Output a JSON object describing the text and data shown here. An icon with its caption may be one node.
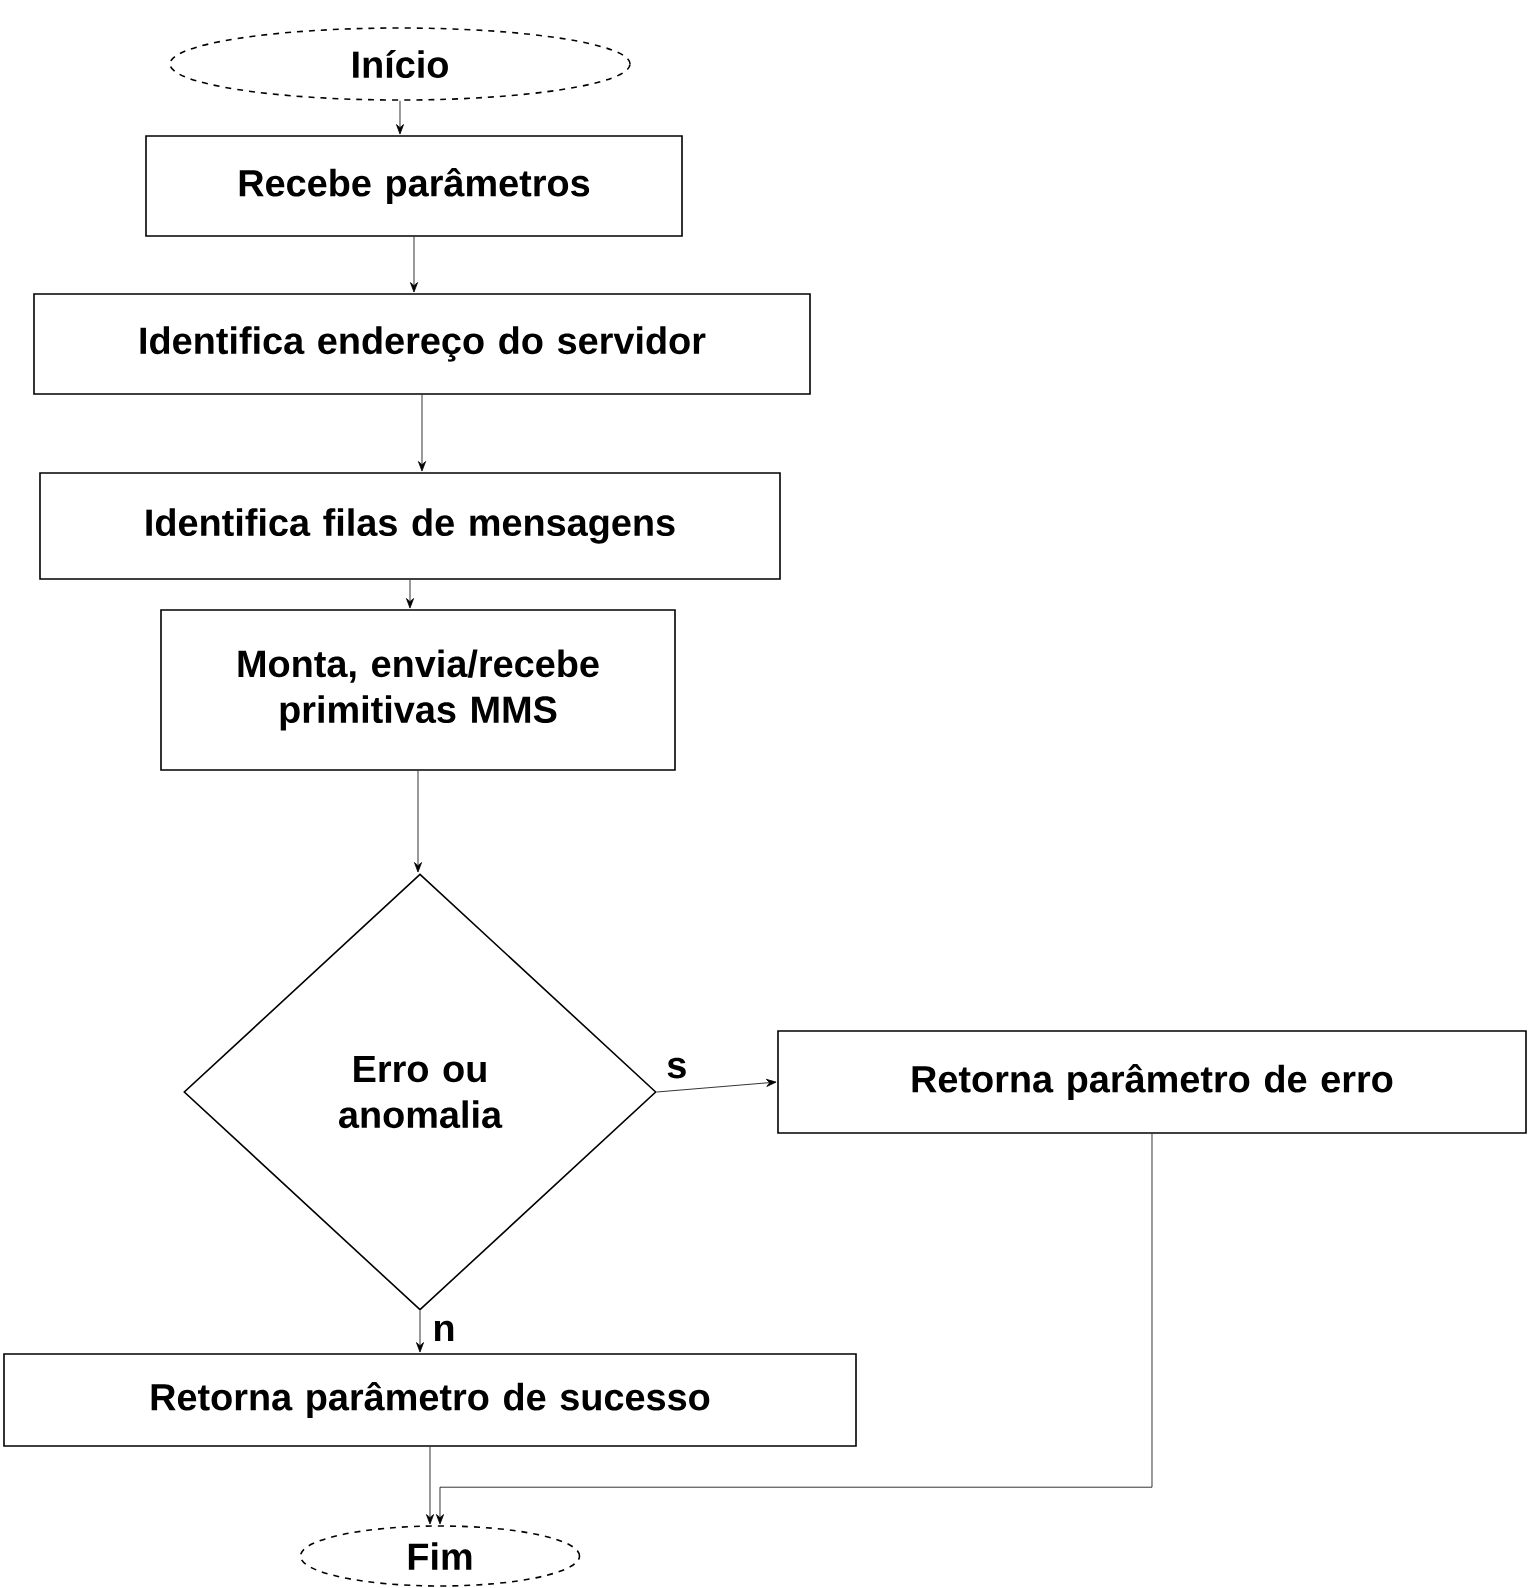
{
  "diagram": {
    "nodes": [
      {
        "text": [
          "Início"
        ]
      },
      {
        "text": [
          "Recebe parâmetros"
        ]
      },
      {
        "text": [
          "Identifica endereço do servidor"
        ]
      },
      {
        "text": [
          "Identifica filas de mensagens"
        ]
      },
      {
        "text": [
          "Monta, envia/recebe primitivas MMS"
        ]
      },
      {
        "text": [
          "Erro ou anomalia"
        ]
      },
      {
        "text": [
          "Retorna parâmetro de erro"
        ]
      },
      {
        "text": [
          "Retorna parâmetro de sucesso"
        ]
      },
      {
        "text": [
          "Fim"
        ]
      }
    ],
    "edges": [
      {
        "from": 0,
        "to": 1,
        "arrow": "to"
      },
      {
        "from": 1,
        "to": 2,
        "arrow": "to"
      },
      {
        "from": 2,
        "to": 3,
        "arrow": "to"
      },
      {
        "from": 3,
        "to": 4,
        "arrow": "to"
      },
      {
        "from": 4,
        "to": 5,
        "arrow": "to"
      },
      {
        "from": 5,
        "to": 6,
        "arrow": "to",
        "label": "s"
      },
      {
        "from": 5,
        "to": 7,
        "arrow": "to",
        "label": "n"
      },
      {
        "from": 7,
        "to": 8,
        "arrow": "to"
      },
      {
        "from": 6,
        "to": 8,
        "arrow": "to"
      }
    ]
  }
}
